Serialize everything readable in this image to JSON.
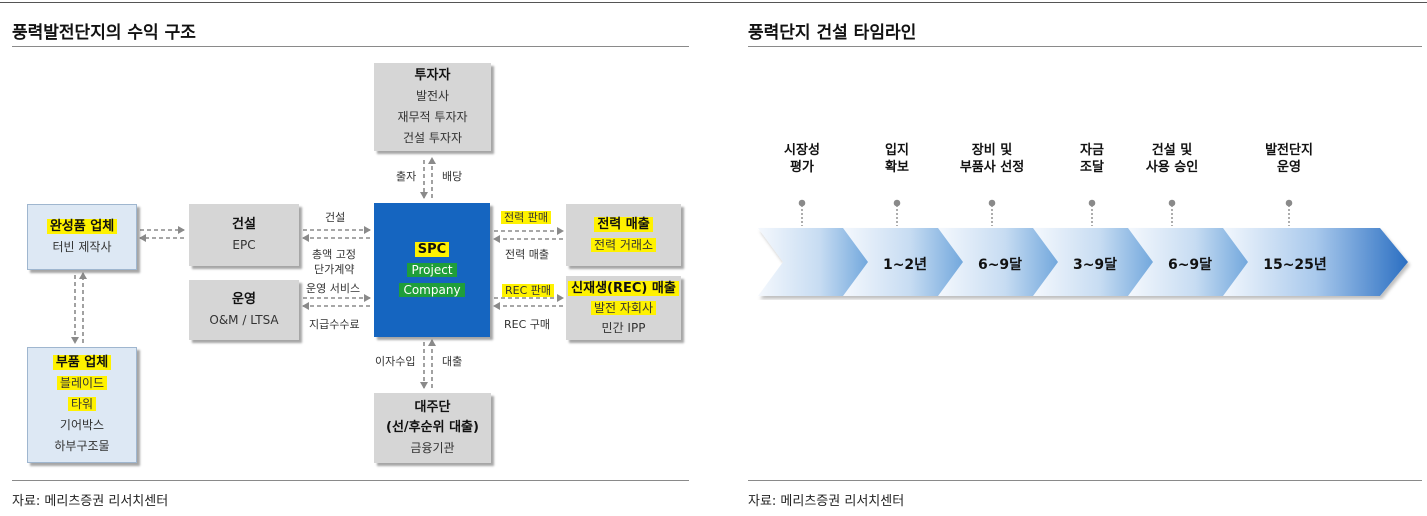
{
  "left": {
    "title": "풍력발전단지의 수익 구조",
    "source": "자료: 메리츠증권 리서치센터",
    "investor": {
      "title": "투자자",
      "lines": [
        "발전사",
        "재무적 투자자",
        "건설 투자자"
      ]
    },
    "construction": {
      "title": "건설",
      "sub": "EPC"
    },
    "operation": {
      "title": "운영",
      "sub": "O&M / LTSA"
    },
    "spc": {
      "title": "SPC",
      "line1": "Project",
      "line2": "Company"
    },
    "power_sales": {
      "title": "전력 매출",
      "sub": "전력 거래소"
    },
    "rec_sales": {
      "title": "신재생(REC) 매출",
      "sub1": "발전 자회사",
      "sub2": "민간 IPP"
    },
    "lender": {
      "title": "대주단",
      "sub1": "(선/후순위 대출)",
      "sub2": "금융기관"
    },
    "finished": {
      "title": "완성품 업체",
      "sub": "터빈 제작사"
    },
    "parts": {
      "title": "부품 업체",
      "lines": [
        "블레이드",
        "타워",
        "기어박스",
        "하부구조물"
      ]
    },
    "labels": {
      "invest": "출자",
      "dividend": "배당",
      "build": "건설",
      "lump1": "총액 고정",
      "lump2": "단가계약",
      "opsvc": "운영 서비스",
      "fee": "지급수수료",
      "power_sell": "전력 판매",
      "power_rev": "전력 매출",
      "rec_sell": "REC 판매",
      "rec_buy": "REC 구매",
      "interest": "이자수입",
      "loan": "대출"
    }
  },
  "right": {
    "title": "풍력단지 건설 타임라인",
    "source": "자료: 메리츠증권 리서치센터",
    "stages": [
      {
        "l1": "시장성",
        "l2": "평가"
      },
      {
        "l1": "입지",
        "l2": "확보"
      },
      {
        "l1": "장비 및",
        "l2": "부품사 선정"
      },
      {
        "l1": "자금",
        "l2": "조달"
      },
      {
        "l1": "건설 및",
        "l2": "사용 승인"
      },
      {
        "l1": "발전단지",
        "l2": "운영"
      }
    ],
    "durations": [
      "1~2년",
      "6~9달",
      "3~9달",
      "6~9달",
      "15~25년"
    ]
  }
}
